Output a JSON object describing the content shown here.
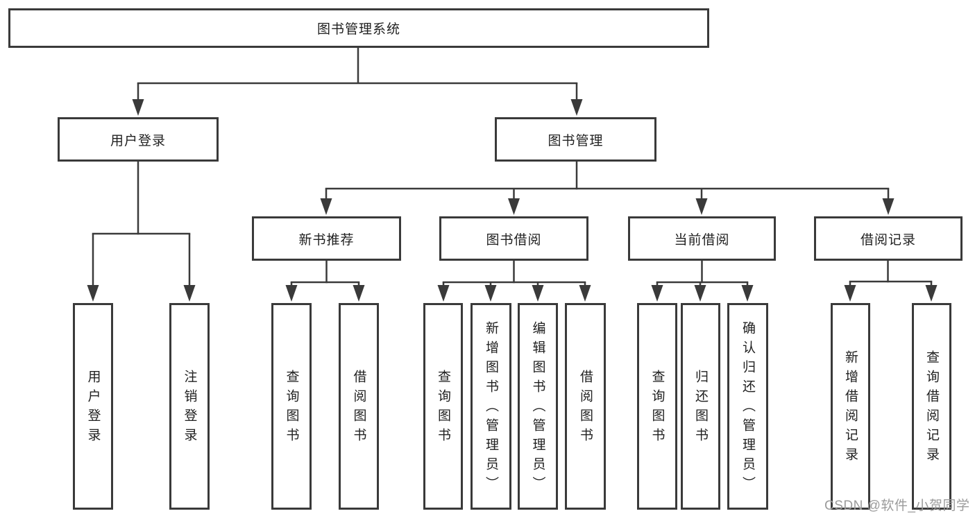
{
  "diagram": {
    "title": "图书管理系统",
    "root": {
      "label": "图书管理系统"
    },
    "level2": {
      "user_login": {
        "label": "用户登录"
      },
      "book_management": {
        "label": "图书管理"
      }
    },
    "level3": {
      "new_book_recommend": {
        "label": "新书推荐"
      },
      "book_borrow": {
        "label": "图书借阅"
      },
      "current_borrow": {
        "label": "当前借阅"
      },
      "borrow_record": {
        "label": "借阅记录"
      }
    },
    "leaves": {
      "user_login": [
        "用户登录",
        "注销登录"
      ],
      "new_book_recommend": [
        "查询图书",
        "借阅图书"
      ],
      "book_borrow": [
        "查询图书",
        "新增图书（管理员）",
        "编辑图书（管理员）",
        "借阅图书"
      ],
      "current_borrow": [
        "查询图书",
        "归还图书",
        "确认归还（管理员）"
      ],
      "borrow_record": [
        "新增借阅记录",
        "查询借阅记录"
      ]
    }
  },
  "watermark": {
    "text": "CSDN @软件_小贺同学",
    "color": "#9b9b9b"
  },
  "colors": {
    "line": "#3a3a3a",
    "box_border": "#3a3a3a",
    "text": "#212121",
    "background": "#ffffff"
  }
}
